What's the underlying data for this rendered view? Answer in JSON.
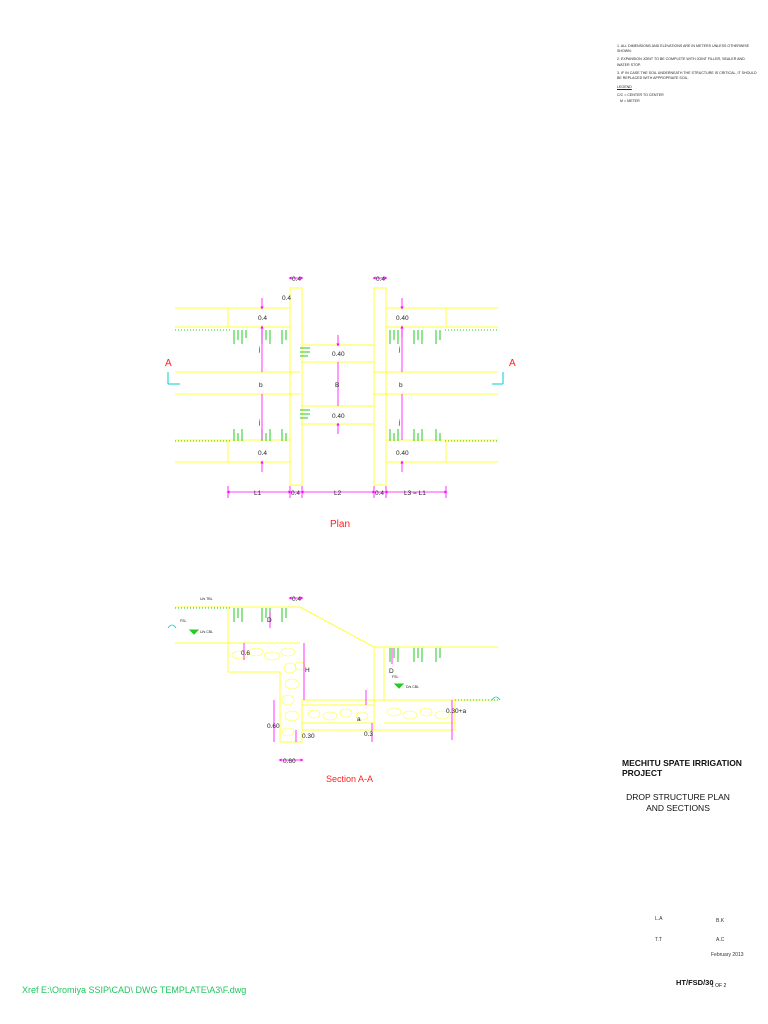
{
  "notes": {
    "items": [
      "1. ALL DIMENSIONS AND ELEVATIONS ARE IN METERS UNLESS OTHERWISE SHOWN.",
      "2. EXPANSION JOINT TO BE COMPLETE WITH JOINT FILLER, SEALER AND WATER STOP.",
      "3. IF IN CASE THE SOIL UNDERNEATH THE STRUCTURE IS CRITICAL, IT SHOULD BE REPLACED WITH APPROPRIATE SOIL."
    ],
    "legend_title": "LEGEND",
    "legend_items": [
      "C/C = CENTER TO CENTER",
      "M = METER"
    ]
  },
  "plan": {
    "title": "Plan",
    "section_marker": "A",
    "dims": {
      "d04": "0.4",
      "d040": "0.40",
      "j": "j",
      "b": "b",
      "B": "B",
      "L1": "L1",
      "L2": "L2",
      "L3": "L3 = L1"
    }
  },
  "section": {
    "title": "Section A-A",
    "labels": {
      "d04": "0.4",
      "D": "D",
      "d06": "0.6",
      "H": "H",
      "d060": "0.60",
      "d030": "0.30",
      "a": "a",
      "d03": "0.3",
      "d030a": "0.30+a",
      "unTbl": "U/s TBL",
      "unCbl": "U/s CBL",
      "fsl": "FSL",
      "dsCbl": "D/s CBL"
    }
  },
  "title_block": {
    "project": "MECHITU SPATE IRRIGATION PROJECT",
    "drawing_title_line1": "DROP STRUCTURE  PLAN",
    "drawing_title_line2": "AND SECTIONS",
    "designed_by": "L.A",
    "checked_by": "B.K",
    "drawn_by": "T.T",
    "approved_by": "A.C",
    "date": "February 2013",
    "drawing_no": "HT/FSD/30",
    "sheet": "1 OF 2"
  },
  "xref": "Xref E:\\Oromiya  SSIP\\CAD\\  DWG  TEMPLATE\\A3\\F.dwg",
  "colors": {
    "structure": "#ffff3c",
    "dimension": "#ff00ff",
    "grass": "#22cc22",
    "water": "#00cccc",
    "title": "#ff2020"
  }
}
